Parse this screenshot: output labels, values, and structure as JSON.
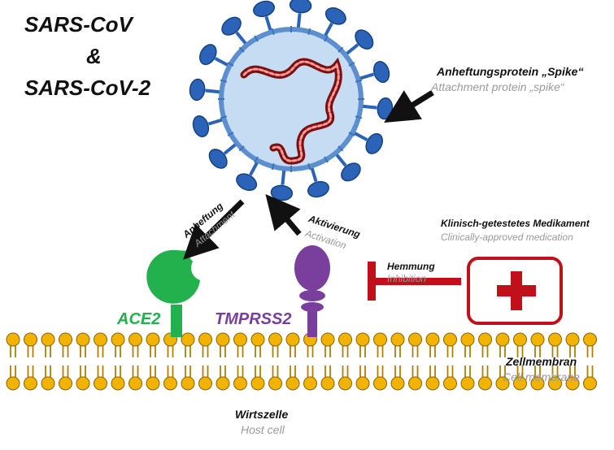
{
  "title": {
    "line1": "SARS-CoV",
    "line2": "&",
    "line3": "SARS-CoV-2"
  },
  "labels": {
    "spike_de": "Anheftungsprotein „Spike“",
    "spike_en": "Attachment protein „spike“",
    "attach_de": "Anheftung",
    "attach_en": "Attachment",
    "activ_de": "Aktivierung",
    "activ_en": "Activation",
    "med_de": "Klinisch-getestetes Medikament",
    "med_en": "Clinically-approved medication",
    "inhib_de": "Hemmung",
    "inhib_en": "Inhibition",
    "ace2": "ACE2",
    "tmprss2": "TMPRSS2",
    "membrane_de": "Zellmembran",
    "membrane_en": "Cell membrane",
    "host_de": "Wirtszelle",
    "host_en": "Host cell"
  },
  "colors": {
    "virus_fill": "#c6dcf2",
    "virus_edge": "#5b8fcf",
    "spike": "#2a63b8",
    "rna": "#d42a2a",
    "ace2": "#22b14c",
    "tmprss2": "#7a3e9d",
    "inhibit": "#c0101a",
    "lipid_head": "#f2b200",
    "lipid_tail": "#b07f00"
  }
}
